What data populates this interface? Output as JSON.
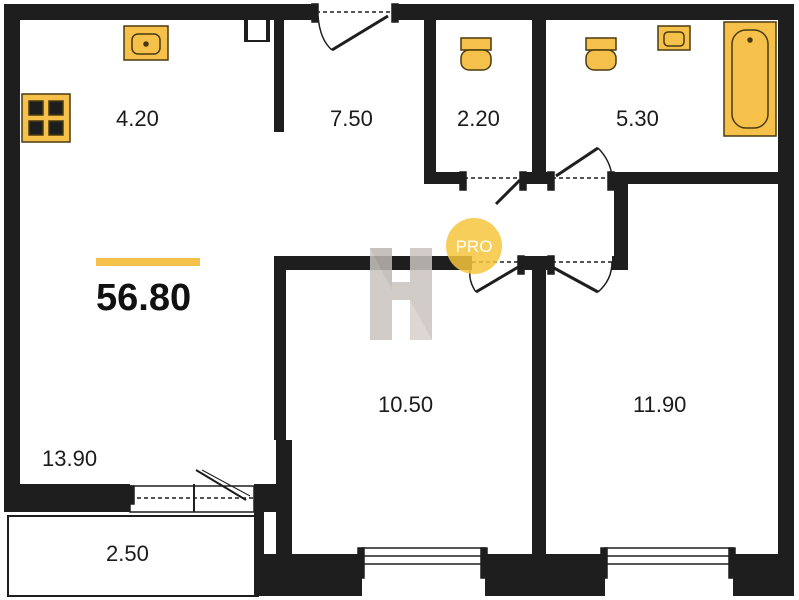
{
  "total_area": "56.80",
  "rooms": [
    {
      "id": "kitchen",
      "area": "4.20"
    },
    {
      "id": "hall",
      "area": "7.50"
    },
    {
      "id": "toilet",
      "area": "2.20"
    },
    {
      "id": "bathroom",
      "area": "5.30"
    },
    {
      "id": "living-room",
      "area": "13.90"
    },
    {
      "id": "bedroom-left",
      "area": "10.50"
    },
    {
      "id": "bedroom-right",
      "area": "11.90"
    },
    {
      "id": "balcony",
      "area": "2.50"
    }
  ],
  "watermark": {
    "badge_text": "PRO"
  },
  "colors": {
    "wall": "#1e1e1e",
    "fixture_fill": "#f5c14b",
    "fixture_stroke": "#4a3a10",
    "accent_bar": "#f5c14b",
    "watermark_badge": "#f7c63e",
    "watermark_letter": "#c9c4be"
  }
}
